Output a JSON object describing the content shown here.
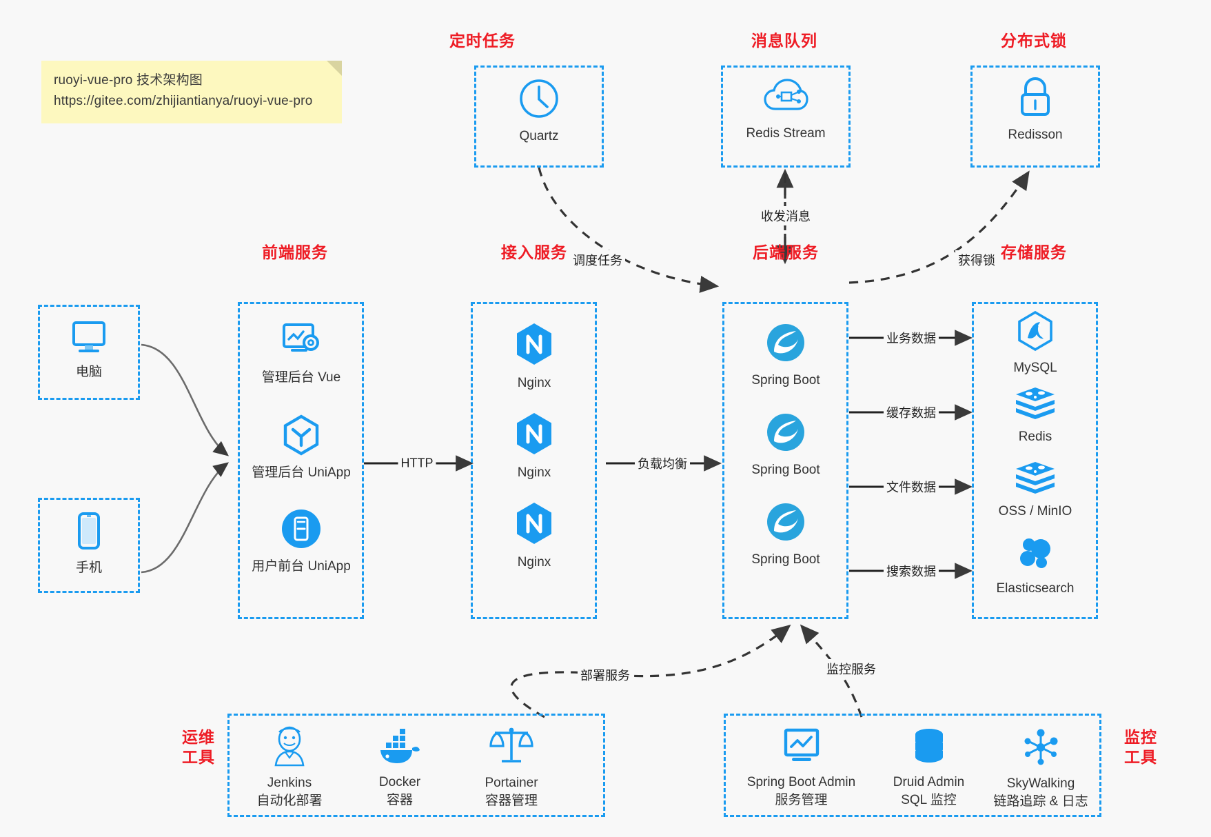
{
  "note": {
    "line1": "ruoyi-vue-pro 技术架构图",
    "line2": "https://gitee.com/zhijiantianya/ruoyi-vue-pro"
  },
  "colors": {
    "accent": "#1a9bf0",
    "label_red": "#ee1c25",
    "text": "#333333",
    "background": "#f8f8f8",
    "note_bg": "#fdf8bf",
    "edge": "#3a3a3a"
  },
  "groups": {
    "scheduled_task": "定时任务",
    "message_queue": "消息队列",
    "distributed_lock": "分布式锁",
    "frontend_service": "前端服务",
    "gateway_service": "接入服务",
    "backend_service": "后端服务",
    "storage_service": "存储服务",
    "ops_tools": "运维\n工具",
    "monitor_tools": "监控\n工具"
  },
  "nodes": {
    "quartz": {
      "label": "Quartz",
      "icon": "clock-icon"
    },
    "redis_stream": {
      "label": "Redis Stream",
      "icon": "cloud-network-icon"
    },
    "redisson": {
      "label": "Redisson",
      "icon": "lock-icon"
    },
    "computer": {
      "label": "电脑",
      "icon": "desktop-icon"
    },
    "phone": {
      "label": "手机",
      "icon": "mobile-icon"
    },
    "admin_vue": {
      "label": "管理后台 Vue",
      "icon": "dashboard-settings-icon"
    },
    "admin_uniapp": {
      "label": "管理后台 UniApp",
      "icon": "uniapp-hexagon-icon"
    },
    "user_uniapp": {
      "label": "用户前台 UniApp",
      "icon": "mobile-app-icon"
    },
    "nginx_1": {
      "label": "Nginx",
      "icon": "nginx-icon"
    },
    "nginx_2": {
      "label": "Nginx",
      "icon": "nginx-icon"
    },
    "nginx_3": {
      "label": "Nginx",
      "icon": "nginx-icon"
    },
    "spring_boot_1": {
      "label": "Spring Boot",
      "icon": "spring-boot-icon"
    },
    "spring_boot_2": {
      "label": "Spring Boot",
      "icon": "spring-boot-icon"
    },
    "spring_boot_3": {
      "label": "Spring Boot",
      "icon": "spring-boot-icon"
    },
    "mysql": {
      "label": "MySQL",
      "icon": "mysql-icon"
    },
    "redis": {
      "label": "Redis",
      "icon": "redis-icon"
    },
    "oss_minio": {
      "label": "OSS / MinIO",
      "icon": "redis-icon"
    },
    "elasticsearch": {
      "label": "Elasticsearch",
      "icon": "elasticsearch-icon"
    },
    "jenkins": {
      "label": "Jenkins\n自动化部署",
      "icon": "jenkins-icon"
    },
    "docker": {
      "label": "Docker\n容器",
      "icon": "docker-icon"
    },
    "portainer": {
      "label": "Portainer\n容器管理",
      "icon": "scales-icon"
    },
    "spring_boot_admin": {
      "label": "Spring Boot Admin\n服务管理",
      "icon": "monitor-chart-icon"
    },
    "druid_admin": {
      "label": "Druid Admin\nSQL 监控",
      "icon": "database-icon"
    },
    "skywalking": {
      "label": "SkyWalking\n链路追踪 & 日志",
      "icon": "skywalking-icon"
    }
  },
  "edges": [
    {
      "id": "http",
      "label": "HTTP"
    },
    {
      "id": "load_balance",
      "label": "负载均衡"
    },
    {
      "id": "schedule_task",
      "label": "调度任务"
    },
    {
      "id": "send_receive_message",
      "label": "收发消息"
    },
    {
      "id": "acquire_lock",
      "label": "获得锁"
    },
    {
      "id": "business_data",
      "label": "业务数据"
    },
    {
      "id": "cache_data",
      "label": "缓存数据"
    },
    {
      "id": "file_data",
      "label": "文件数据"
    },
    {
      "id": "search_data",
      "label": "搜索数据"
    },
    {
      "id": "deploy_service",
      "label": "部署服务"
    },
    {
      "id": "monitor_service",
      "label": "监控服务"
    }
  ]
}
